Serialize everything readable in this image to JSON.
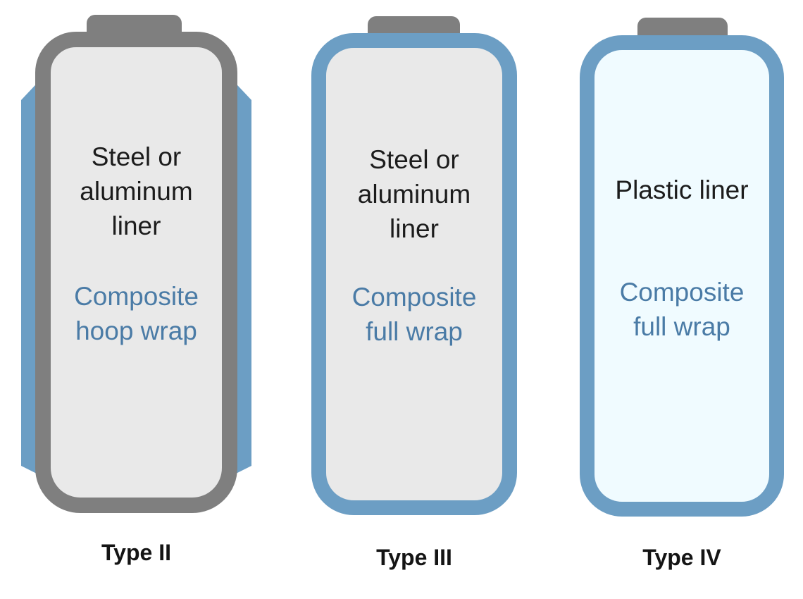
{
  "colors": {
    "steel-gray": "#7F7F7F",
    "composite-blue": "#6C9EC4",
    "liner-gray": "#E9E9E9",
    "plastic-fill": "#F0FBFF",
    "wrap-text": "#4A7BA6",
    "liner-text": "#1C1C1C",
    "caption-text": "#141414",
    "bg": "#FFFFFF"
  },
  "tanks": [
    {
      "label": "Type II",
      "liner_lines": [
        "Steel or",
        "aluminum",
        "liner"
      ],
      "wrap_lines": [
        "Composite",
        "hoop wrap"
      ]
    },
    {
      "label": "Type III",
      "liner_lines": [
        "Steel or",
        "aluminum",
        "liner"
      ],
      "wrap_lines": [
        "Composite",
        "full wrap"
      ]
    },
    {
      "label": "Type IV",
      "liner_lines": [
        "Plastic liner"
      ],
      "wrap_lines": [
        "Composite",
        "full wrap"
      ]
    }
  ]
}
